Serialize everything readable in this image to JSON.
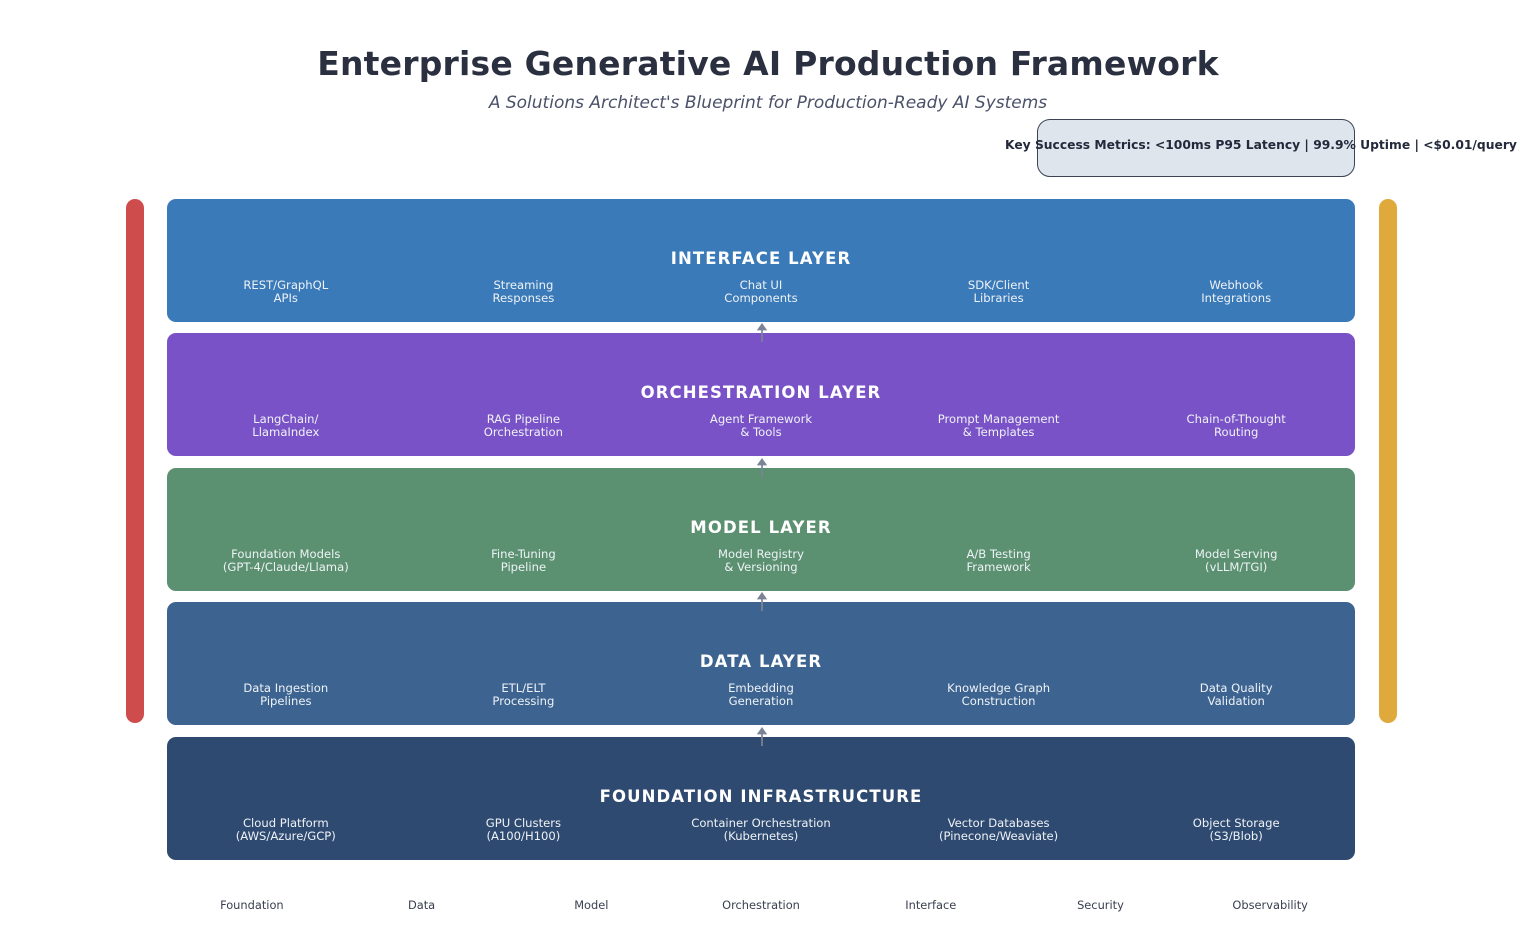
{
  "header": {
    "title": "Enterprise Generative AI Production Framework",
    "subtitle": "A Solutions Architect's Blueprint for Production-Ready AI Systems",
    "metrics": "Key Success Metrics: <100ms P95 Latency | 99.9% Uptime | <$0.01/query"
  },
  "colors": {
    "interface": "#3a7ab8",
    "orchestration": "#7a52c7",
    "model": "#5b9170",
    "data": "#3d6491",
    "foundation": "#2f4a70",
    "security_bar": "#cf4c4c",
    "observability_bar": "#dfa93c",
    "metrics_box_fill": "#dee5ed",
    "metrics_box_border": "#3b4354",
    "title_text": "#2b3040",
    "subtitle_text": "#4a5168"
  },
  "side_bars": [
    {
      "name": "Security",
      "color": "#cf4c4c",
      "side": "left"
    },
    {
      "name": "Observability",
      "color": "#dfa93c",
      "side": "right"
    }
  ],
  "layers": [
    {
      "id": "interface",
      "title": "INTERFACE LAYER",
      "items": [
        {
          "line1": "REST/GraphQL",
          "line2": "APIs"
        },
        {
          "line1": "Streaming",
          "line2": "Responses"
        },
        {
          "line1": "Chat UI",
          "line2": "Components"
        },
        {
          "line1": "SDK/Client",
          "line2": "Libraries"
        },
        {
          "line1": "Webhook",
          "line2": "Integrations"
        }
      ]
    },
    {
      "id": "orchestration",
      "title": "ORCHESTRATION LAYER",
      "items": [
        {
          "line1": "LangChain/",
          "line2": "LlamaIndex"
        },
        {
          "line1": "RAG Pipeline",
          "line2": "Orchestration"
        },
        {
          "line1": "Agent Framework",
          "line2": "& Tools"
        },
        {
          "line1": "Prompt Management",
          "line2": "& Templates"
        },
        {
          "line1": "Chain-of-Thought",
          "line2": "Routing"
        }
      ]
    },
    {
      "id": "model",
      "title": "MODEL LAYER",
      "items": [
        {
          "line1": "Foundation Models",
          "line2": "(GPT-4/Claude/Llama)"
        },
        {
          "line1": "Fine-Tuning",
          "line2": "Pipeline"
        },
        {
          "line1": "Model Registry",
          "line2": "& Versioning"
        },
        {
          "line1": "A/B Testing",
          "line2": "Framework"
        },
        {
          "line1": "Model Serving",
          "line2": "(vLLM/TGI)"
        }
      ]
    },
    {
      "id": "data",
      "title": "DATA LAYER",
      "items": [
        {
          "line1": "Data Ingestion",
          "line2": "Pipelines"
        },
        {
          "line1": "ETL/ELT",
          "line2": "Processing"
        },
        {
          "line1": "Embedding",
          "line2": "Generation"
        },
        {
          "line1": "Knowledge Graph",
          "line2": "Construction"
        },
        {
          "line1": "Data Quality",
          "line2": "Validation"
        }
      ]
    },
    {
      "id": "foundation",
      "title": "FOUNDATION INFRASTRUCTURE",
      "items": [
        {
          "line1": "Cloud Platform",
          "line2": "(AWS/Azure/GCP)"
        },
        {
          "line1": "GPU Clusters",
          "line2": "(A100/H100)"
        },
        {
          "line1": "Container Orchestration",
          "line2": "(Kubernetes)"
        },
        {
          "line1": "Vector Databases",
          "line2": "(Pinecone/Weaviate)"
        },
        {
          "line1": "Object Storage",
          "line2": "(S3/Blob)"
        }
      ]
    }
  ],
  "connectors": [
    {
      "name": "arrow-foundation-to-data",
      "direction": "up"
    },
    {
      "name": "arrow-data-to-model",
      "direction": "up"
    },
    {
      "name": "arrow-model-to-orchestration",
      "direction": "up"
    },
    {
      "name": "arrow-orchestration-to-interface",
      "direction": "up"
    }
  ],
  "legend": [
    "Foundation",
    "Data",
    "Model",
    "Orchestration",
    "Interface",
    "Security",
    "Observability"
  ]
}
